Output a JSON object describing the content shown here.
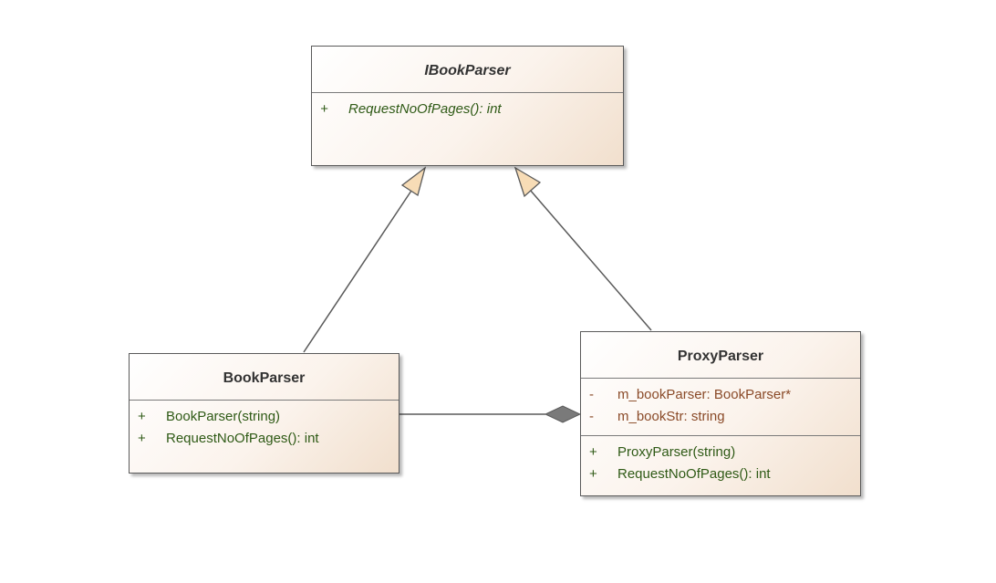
{
  "classes": {
    "ibookparser": {
      "name": "IBookParser",
      "operations": [
        {
          "vis": "+",
          "text": "RequestNoOfPages(): int"
        }
      ]
    },
    "bookparser": {
      "name": "BookParser",
      "operations": [
        {
          "vis": "+",
          "text": "BookParser(string)"
        },
        {
          "vis": "+",
          "text": "RequestNoOfPages(): int"
        }
      ]
    },
    "proxyparser": {
      "name": "ProxyParser",
      "attributes": [
        {
          "vis": "-",
          "text": "m_bookParser: BookParser*"
        },
        {
          "vis": "-",
          "text": "m_bookStr: string"
        }
      ],
      "operations": [
        {
          "vis": "+",
          "text": "ProxyParser(string)"
        },
        {
          "vis": "+",
          "text": "RequestNoOfPages(): int"
        }
      ]
    }
  },
  "relationships": [
    {
      "type": "realization",
      "from": "BookParser",
      "to": "IBookParser"
    },
    {
      "type": "realization",
      "from": "ProxyParser",
      "to": "IBookParser"
    },
    {
      "type": "composition",
      "from": "BookParser",
      "to": "ProxyParser"
    }
  ],
  "colors": {
    "operation_text": "#2f5a16",
    "attribute_text": "#8a4a28",
    "class_name_text": "#333333",
    "triangle_fill": "#f7dcb6"
  }
}
